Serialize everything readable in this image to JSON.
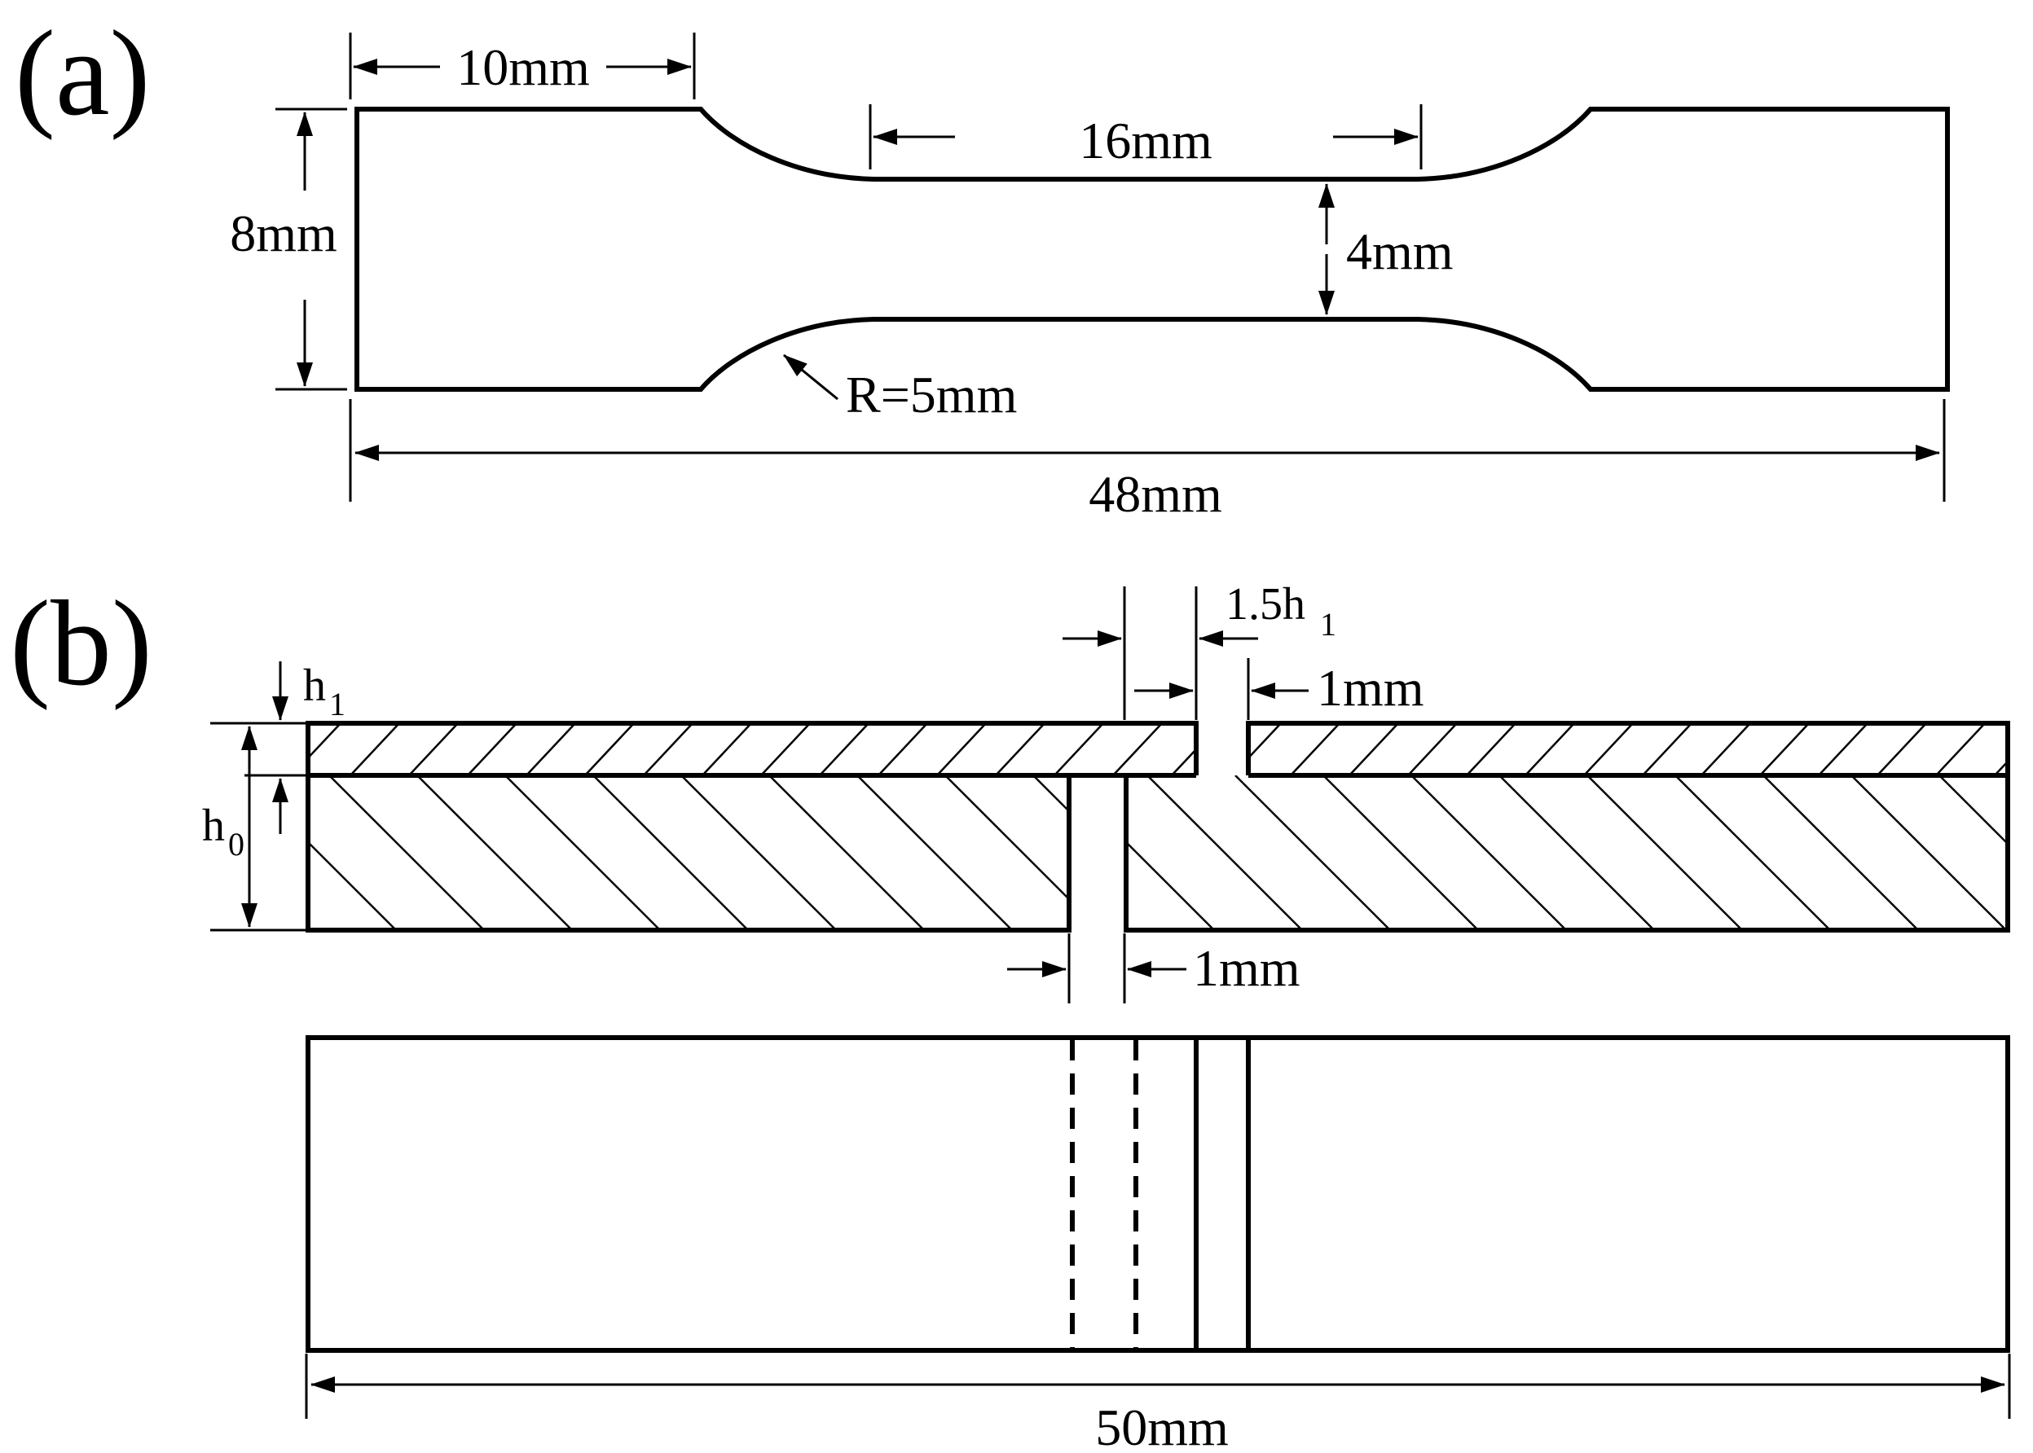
{
  "panel_a": {
    "label": "(a)",
    "dim_shoulder": "10mm",
    "dim_gauge_length": "16mm",
    "dim_grip_width": "8mm",
    "dim_gauge_width": "4mm",
    "dim_radius": "R=5mm",
    "dim_total_length": "48mm"
  },
  "panel_b": {
    "label": "(b)",
    "h1_label": "h",
    "h1_sub": "1",
    "h0_label": "h",
    "h0_sub": "0",
    "offset_label": "1.5h",
    "offset_sub": "1",
    "top_slot_width": "1mm",
    "bottom_slot_width": "1mm",
    "total_length": "50mm"
  }
}
